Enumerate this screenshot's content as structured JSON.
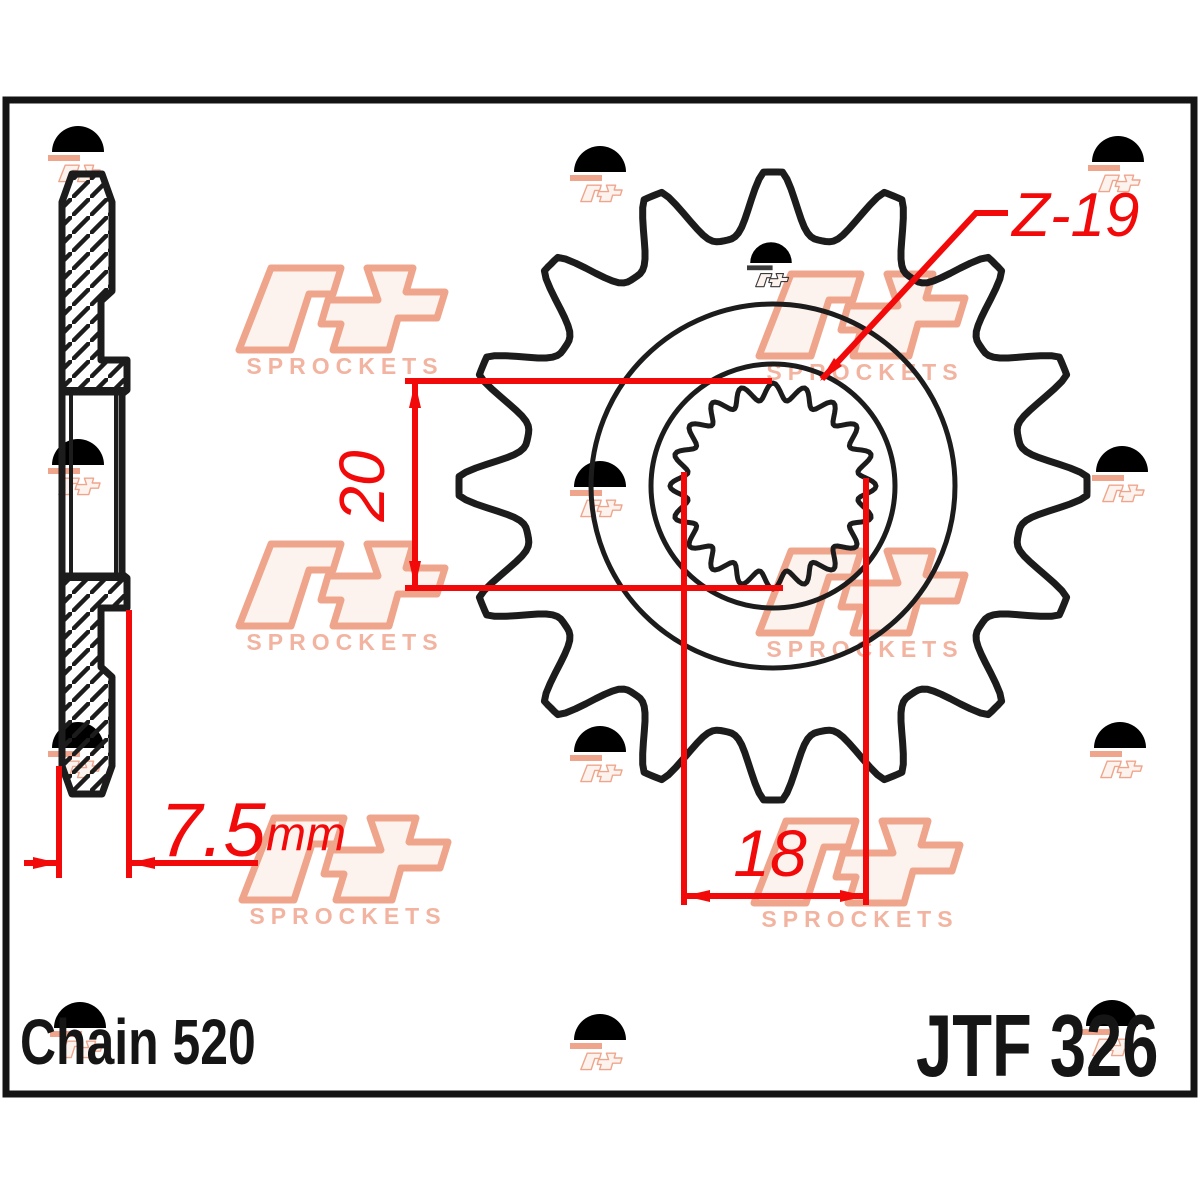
{
  "drawing": {
    "part_number": "JTF 326",
    "chain_label": "Chain 520",
    "dims": {
      "bore_height": "20",
      "bore_width": "18",
      "thickness": "7.5",
      "thickness_unit": "mm",
      "teeth_count_label": "Z-19"
    },
    "watermark": {
      "brand_mark": "jt",
      "brand_name": "SPROCKETS"
    },
    "colors": {
      "dimension_red": "#f20a0a",
      "line_black": "#1c1c1c",
      "watermark_salmon": "#efa58c"
    }
  }
}
